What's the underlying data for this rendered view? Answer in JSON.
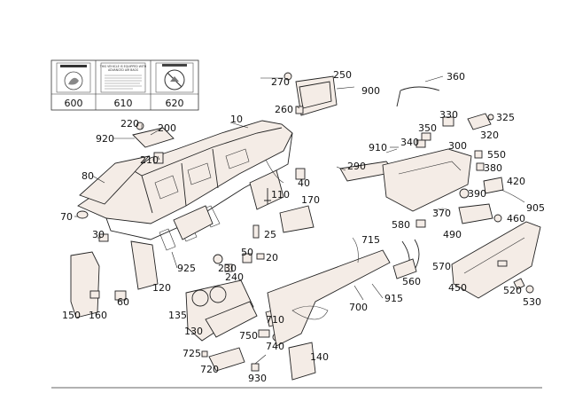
{
  "labels": {
    "p600": "600",
    "p610": "610",
    "p620": "620",
    "p10": "10",
    "p200": "200",
    "p220": "220",
    "p920": "920",
    "p210": "210",
    "p80": "80",
    "p70": "70",
    "p30": "30",
    "p150": "150",
    "p160": "160",
    "p60": "60",
    "p120": "120",
    "p925": "925",
    "p135": "135",
    "p130": "130",
    "p725": "725",
    "p720": "720",
    "p930": "930",
    "p750": "750",
    "p740": "740",
    "p710": "710",
    "p140": "140",
    "p700": "700",
    "p915": "915",
    "p715": "715",
    "p230": "230",
    "p240": "240",
    "p50": "50",
    "p20": "20",
    "p25": "25",
    "p110": "110",
    "p40": "40",
    "p170": "170",
    "p250": "250",
    "p270": "270",
    "p260": "260",
    "p900": "900",
    "p360": "360",
    "p330": "330",
    "p325": "325",
    "p350": "350",
    "p320": "320",
    "p340": "340",
    "p910": "910",
    "p300": "300",
    "p550": "550",
    "p290": "290",
    "p380": "380",
    "p390": "390",
    "p420": "420",
    "p905": "905",
    "p370": "370",
    "p460": "460",
    "p580": "580",
    "p490": "490",
    "p570": "570",
    "p560": "560",
    "p450": "450",
    "p520": "520",
    "p530": "530"
  },
  "labels_note_icons": [
    "airbag-warning-label-icon",
    "advanced-airbag-notice-icon",
    "child-seat-warning-icon"
  ],
  "notice_text": {
    "line1": "THIS VEHICLE IS EQUIPPED WITH",
    "line2": "ADVANCED AIR BAGS"
  }
}
